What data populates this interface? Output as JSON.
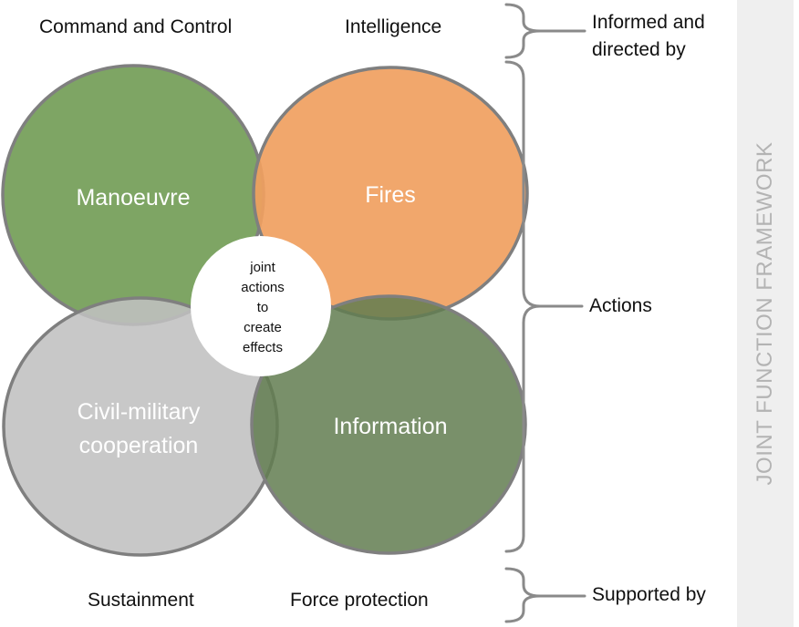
{
  "top_labels": {
    "command_and_control": "Command and Control",
    "intelligence": "Intelligence"
  },
  "bottom_labels": {
    "sustainment": "Sustainment",
    "force_protection": "Force protection"
  },
  "circles": {
    "manoeuvre": "Manoeuvre",
    "fires": "Fires",
    "civil_military_line1": "Civil-military",
    "civil_military_line2": "cooperation",
    "information": "Information"
  },
  "center": {
    "line1": "joint",
    "line2": "actions",
    "line3": "to",
    "line4": "create",
    "line5": "effects"
  },
  "brackets": {
    "informed_line1": "Informed and",
    "informed_line2": "directed by",
    "actions": "Actions",
    "supported": "Supported by"
  },
  "side_title": "JOINT FUNCTION FRAMEWORK",
  "colors": {
    "manoeuvre": "#77a05c",
    "fires": "#f0a060",
    "civil_military": "#c0c0c0",
    "information": "#627d50",
    "outline": "#7f7f7f",
    "side_band": "#efefef",
    "side_title": "#b3b3b3"
  }
}
